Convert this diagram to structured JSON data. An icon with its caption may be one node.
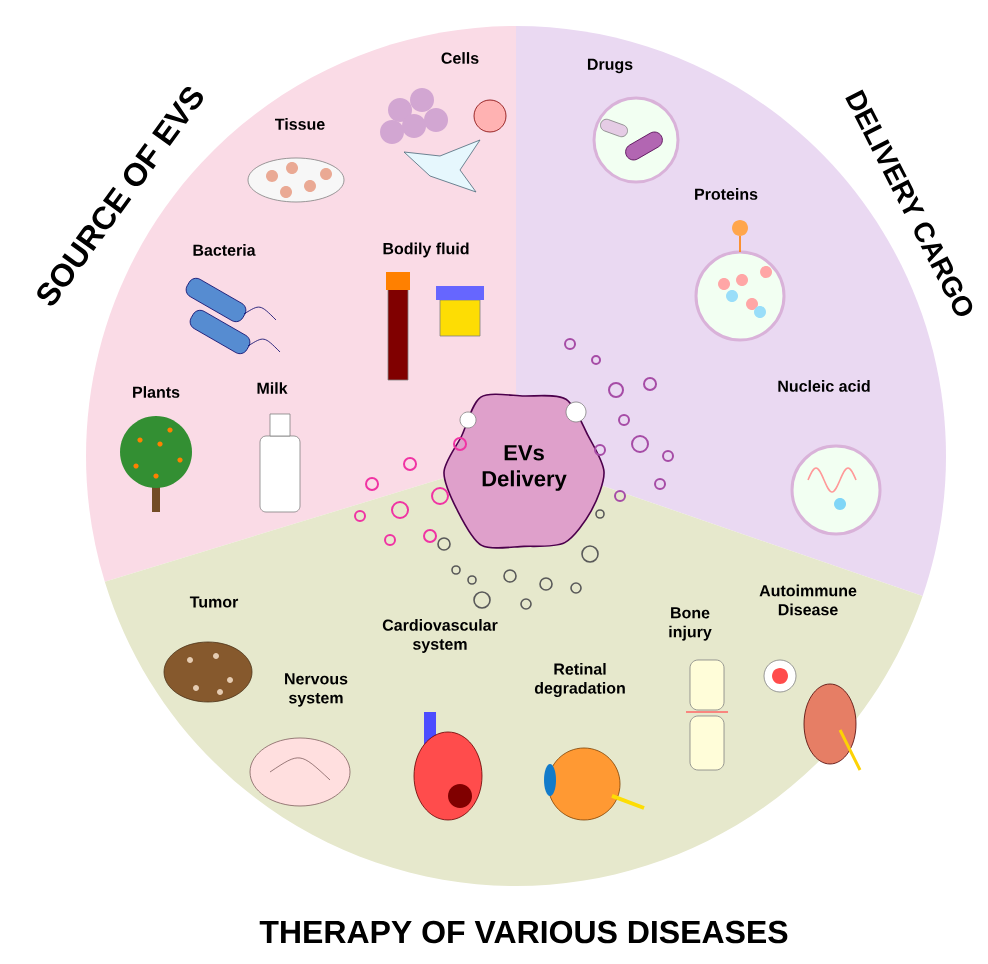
{
  "diagram": {
    "nodes": [
      {
        "text": [
          "SOURCE OF EVS"
        ]
      },
      {
        "text": [
          "DELIVERY CARGO"
        ]
      },
      {
        "text": [
          "THERAPY OF VARIOUS DISEASES"
        ]
      },
      {
        "text": [
          "EVs Delivery"
        ]
      }
    ],
    "labels": [
      "Cells",
      "Tissue",
      "Bacteria",
      "Bodily fluid",
      "Plants",
      "Milk",
      "Drugs",
      "Proteins",
      "Nucleic acid",
      "Tumor",
      "Nervous system",
      "Cardiovascular system",
      "Retinal degradation",
      "Bone injury",
      "Autoimmune Disease"
    ]
  }
}
